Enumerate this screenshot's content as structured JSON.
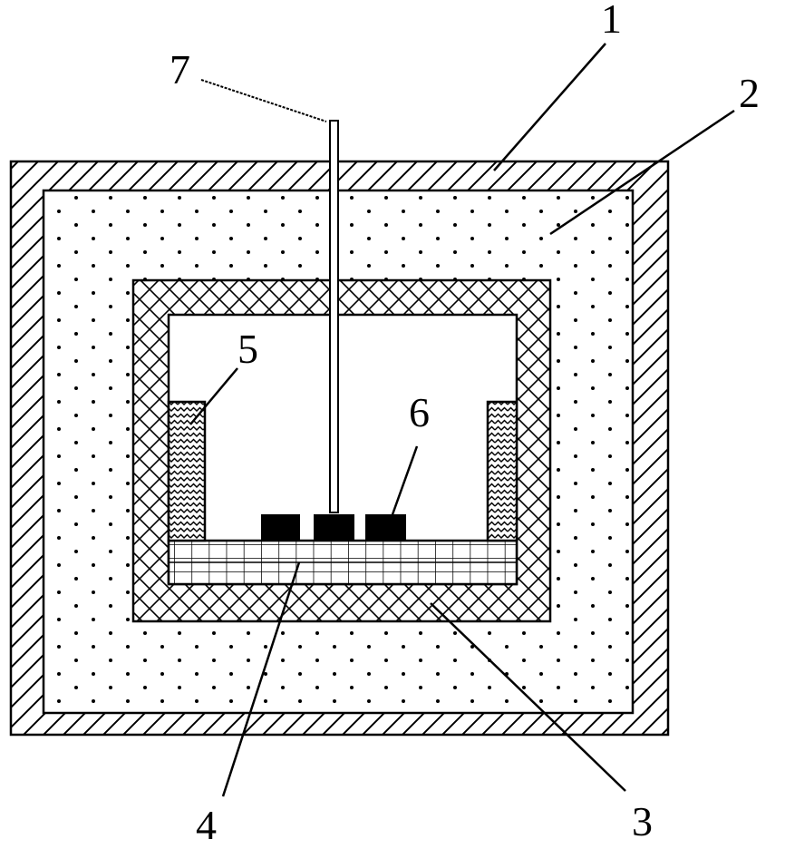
{
  "labels": {
    "l1": "1",
    "l2": "2",
    "l3": "3",
    "l4": "4",
    "l5": "5",
    "l6": "6",
    "l7": "7"
  },
  "colors": {
    "stroke": "#000000",
    "background": "#ffffff",
    "block": "#000000"
  }
}
